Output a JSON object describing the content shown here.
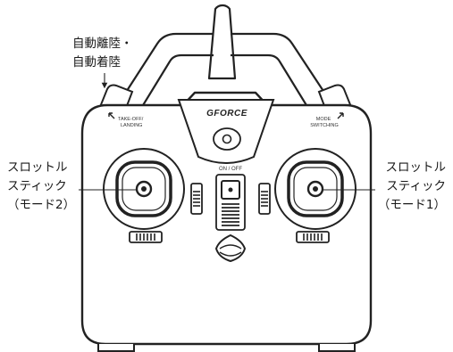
{
  "callouts": {
    "top_left": {
      "line1": "自動離陸・",
      "line2": "自動着陸"
    },
    "left_stick": {
      "line1": "スロットル",
      "line2": "スティック",
      "line3": "（モード2）"
    },
    "right_stick": {
      "line1": "スロットル",
      "line2": "スティック",
      "line3": "（モード1）"
    }
  },
  "controller": {
    "brand_logo": "GFORCE",
    "power_label": "ON / OFF",
    "left_shoulder_label": {
      "line1": "TAKE-OFF/",
      "line2": "LANDING"
    },
    "right_shoulder_label": {
      "line1": "MODE",
      "line2": "SWITCHING"
    }
  },
  "icons": [
    "arrow-up-left-icon",
    "arrow-up-right-icon",
    "down-arrow-icon"
  ]
}
